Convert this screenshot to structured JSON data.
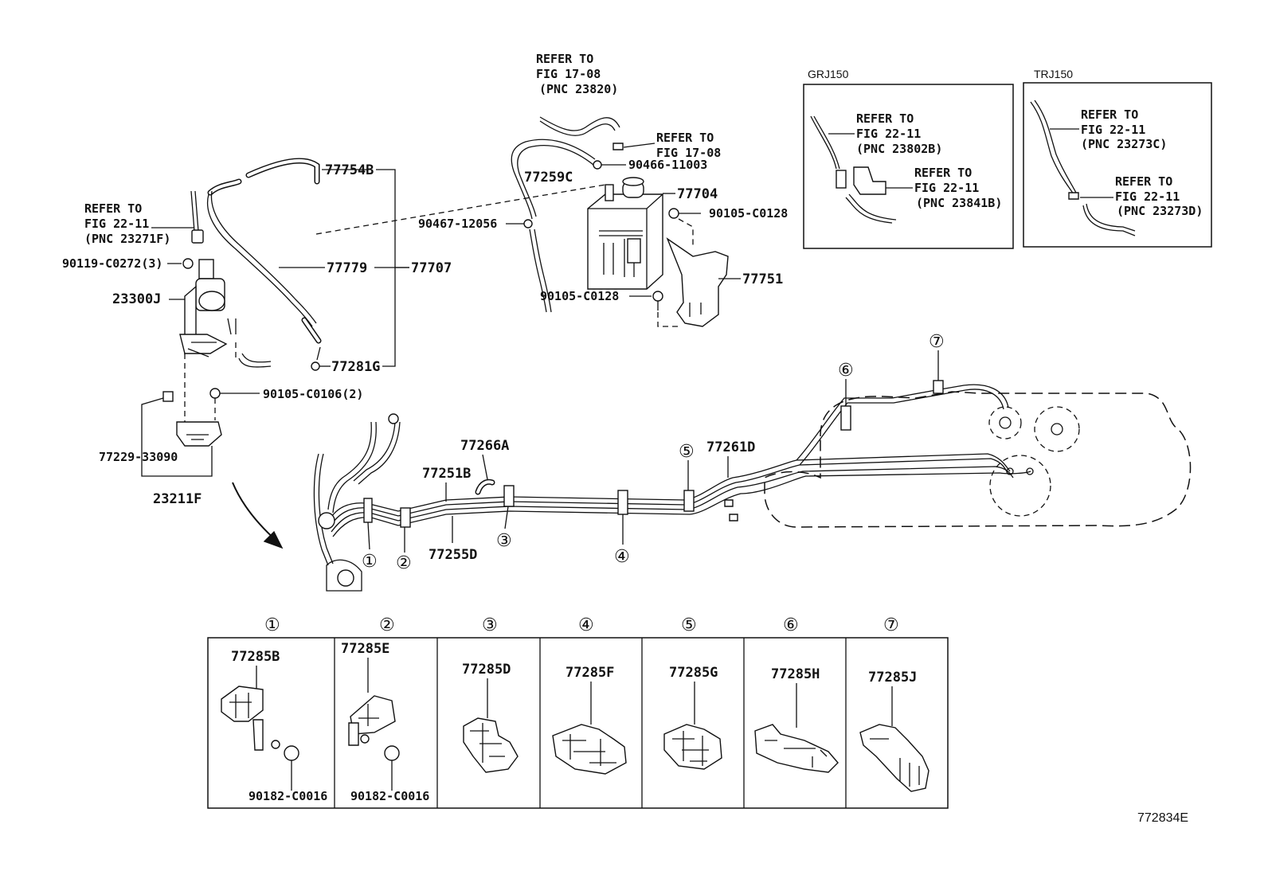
{
  "top_refs": {
    "fig1708_top": [
      "REFER TO",
      "FIG 17-08",
      "(PNC 23820)"
    ],
    "fig1708_right": [
      "REFER TO",
      "FIG 17-08"
    ],
    "fig2211_left": [
      "REFER TO",
      "FIG 22-11",
      "(PNC 23271F)"
    ]
  },
  "parts": {
    "p77754B": "77754B",
    "p77779": "77779",
    "p77707": "77707",
    "p77281G": "77281G",
    "p23300J": "23300J",
    "p90119": "90119-C0272(3)",
    "p90105_0106": "90105-C0106(2)",
    "p77229": "77229-33090",
    "p23211F": "23211F",
    "p77259C": "77259C",
    "p90466": "90466-11003",
    "p90467": "90467-12056",
    "p77704": "77704",
    "p90105_0128a": "90105-C0128",
    "p90105_0128b": "90105-C0128",
    "p77751": "77751",
    "p77266A": "77266A",
    "p77251B": "77251B",
    "p77255D": "77255D",
    "p77261D": "77261D"
  },
  "insets": {
    "grj": {
      "title": "GRJ150",
      "ref_a": [
        "REFER TO",
        "FIG 22-11",
        "(PNC 23802B)"
      ],
      "ref_b": [
        "REFER TO",
        "FIG 22-11",
        "(PNC 23841B)"
      ]
    },
    "trj": {
      "title": "TRJ150",
      "ref_a": [
        "REFER TO",
        "FIG 22-11",
        "(PNC 23273C)"
      ],
      "ref_b": [
        "REFER TO",
        "FIG 22-11",
        "(PNC 23273D)"
      ]
    }
  },
  "callouts": [
    "①",
    "②",
    "③",
    "④",
    "⑤",
    "⑥",
    "⑦"
  ],
  "clamp_table": [
    {
      "marker": "①",
      "part": "77285B",
      "nut": "90182-C0016"
    },
    {
      "marker": "②",
      "part": "77285E",
      "nut": "90182-C0016"
    },
    {
      "marker": "③",
      "part": "77285D",
      "nut": ""
    },
    {
      "marker": "④",
      "part": "77285F",
      "nut": ""
    },
    {
      "marker": "⑤",
      "part": "77285G",
      "nut": ""
    },
    {
      "marker": "⑥",
      "part": "77285H",
      "nut": ""
    },
    {
      "marker": "⑦",
      "part": "77285J",
      "nut": ""
    }
  ],
  "figure_id": "772834E"
}
